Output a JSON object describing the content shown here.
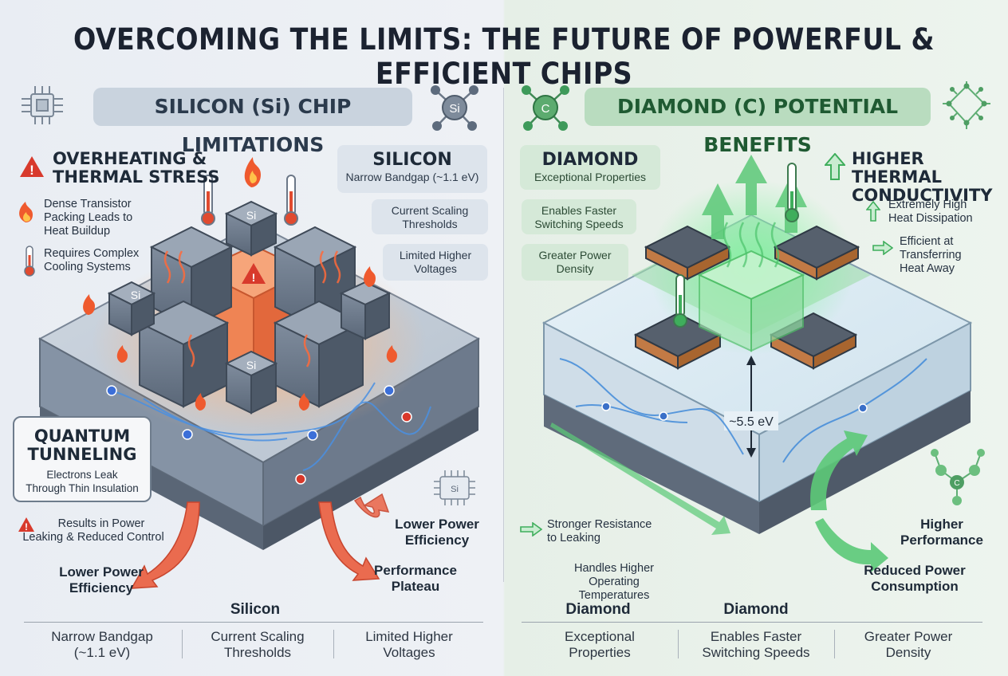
{
  "title": "OVERCOMING THE LIMITS: THE FUTURE OF POWERFUL & EFFICIENT CHIPS",
  "silicon": {
    "header": "SILICON (Si) CHIP LIMITATIONS",
    "header_icon": "Si",
    "overheating": {
      "title_line1": "OVERHEATING &",
      "title_line2": "THERMAL STRESS",
      "point1_l1": "Dense Transistor",
      "point1_l2": "Packing Leads to",
      "point1_l3": "Heat Buildup",
      "point2_l1": "Requires Complex",
      "point2_l2": "Cooling Systems"
    },
    "card_main_title": "SILICON",
    "card_main_sub": "Narrow Bandgap (~1.1 eV)",
    "card2_l1": "Current Scaling",
    "card2_l2": "Thresholds",
    "card3_l1": "Limited Higher",
    "card3_l2": "Voltages",
    "block_label": "Si",
    "quantum": {
      "title_l1": "QUANTUM",
      "title_l2": "TUNNELING",
      "sub_l1": "Electrons Leak",
      "sub_l2": "Through Thin Insulation"
    },
    "leak_l1": "Results in Power",
    "leak_l2": "Leaking & Reduced Control",
    "out1_l1": "Lower Power",
    "out1_l2": "Efficiency",
    "out2_l1": "Lower Power",
    "out2_l2": "Efficiency",
    "out3_l1": "Performance",
    "out3_l2": "Plateau",
    "chip_icon_label": "Si"
  },
  "diamond": {
    "header": "DIAMOND (C) POTENTIAL BENEFITS",
    "header_icon": "C",
    "card_main_title": "DIAMOND",
    "card_main_sub": "Exceptional Properties",
    "card2_l1": "Enables Faster",
    "card2_l2": "Switching Speeds",
    "card3_l1": "Greater Power",
    "card3_l2": "Density",
    "thermal": {
      "title_l1": "HIGHER THERMAL",
      "title_l2": "CONDUCTIVITY",
      "point1_l1": "Extremely High",
      "point1_l2": "Heat Dissipation",
      "point2_l1": "Efficient at",
      "point2_l2": "Transferring",
      "point2_l3": "Heat Away"
    },
    "bandgap": "~5.5 eV",
    "resist_l1": "Stronger Resistance",
    "resist_l2": "to Leaking",
    "temp_l1": "Handles Higher",
    "temp_l2": "Operating Temperatures",
    "out1_l1": "Higher",
    "out1_l2": "Performance",
    "out2_l1": "Reduced Power",
    "out2_l2": "Consumption",
    "molecule_atom": "C"
  },
  "footer": {
    "si_head": "Silicon",
    "si_cells": [
      {
        "l1": "Narrow Bandgap",
        "l2": "(~1.1 eV)"
      },
      {
        "l1": "Current Scaling",
        "l2": "Thresholds"
      },
      {
        "l1": "Limited Higher",
        "l2": "Voltages"
      }
    ],
    "c_head1": "Diamond",
    "c_head2": "Diamond",
    "c_cells": [
      {
        "l1": "Exceptional",
        "l2": "Properties"
      },
      {
        "l1": "Enables Faster",
        "l2": "Switching Speeds"
      },
      {
        "l1": "Greater Power",
        "l2": "Density"
      }
    ]
  },
  "colors": {
    "silicon_accent": "#e86b47",
    "diamond_accent": "#4fbf68",
    "warning_red": "#d83a2c"
  }
}
